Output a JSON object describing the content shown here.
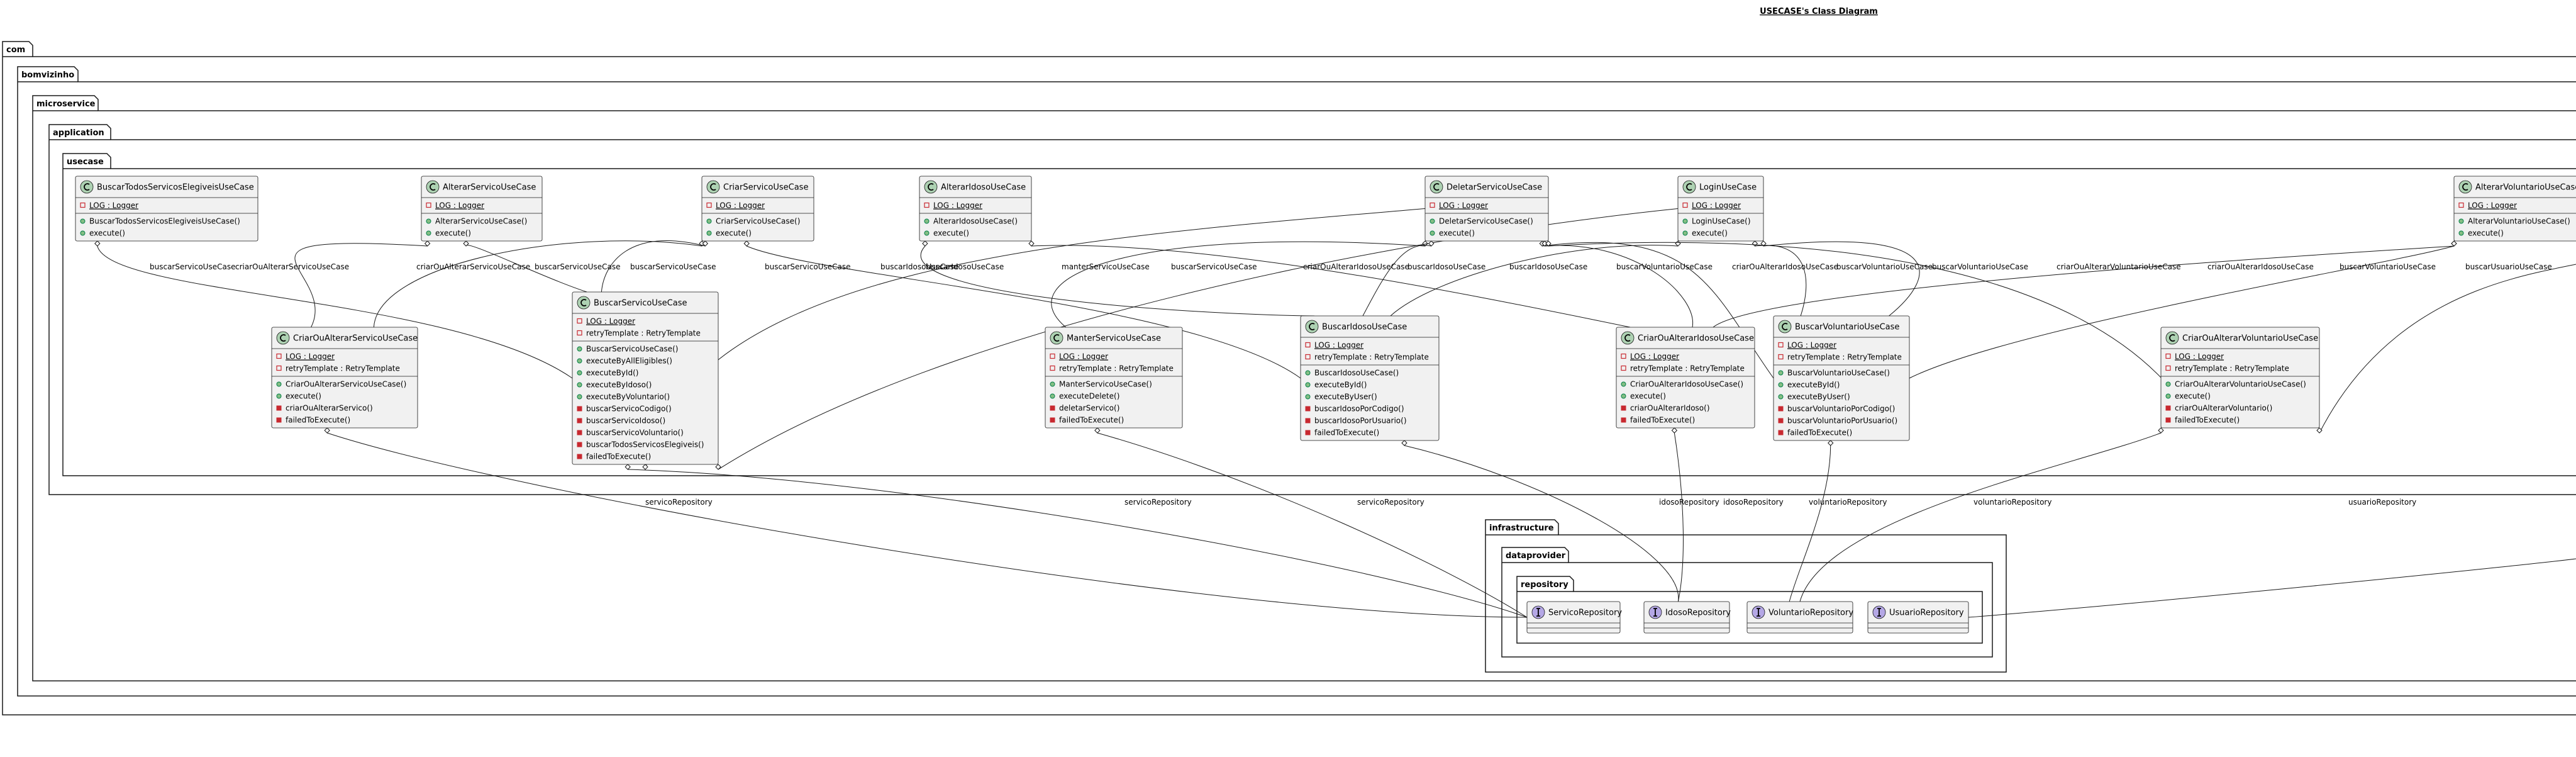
{
  "title": "USECASE's Class Diagram",
  "colors": {
    "class_fill": "#f1f1f1",
    "class_stroke": "#181818",
    "circle_fill": "#add1b2",
    "edge": "#181818",
    "private_red": "#c82930",
    "public_green": "#84be84"
  },
  "packages": [
    {
      "id": "com",
      "name": "com"
    },
    {
      "id": "bomvizinho",
      "name": "bomvizinho"
    },
    {
      "id": "microservice",
      "name": "microservice"
    },
    {
      "id": "application",
      "name": "application"
    },
    {
      "id": "usecase",
      "name": "usecase"
    },
    {
      "id": "infrastructure",
      "name": "infrastructure"
    },
    {
      "id": "dataprovider",
      "name": "dataprovider"
    },
    {
      "id": "repository",
      "name": "repository"
    }
  ],
  "classes": [
    {
      "id": "BuscarTodosServicosElegiveisUseCase",
      "name": "BuscarTodosServicosElegiveisUseCase",
      "stereotype": "C",
      "fields": [
        {
          "vis": "-",
          "text": "LOG : Logger",
          "static": true
        }
      ],
      "methods": [
        {
          "vis": "+",
          "text": "BuscarTodosServicosElegiveisUseCase()"
        },
        {
          "vis": "+",
          "text": "execute()"
        }
      ]
    },
    {
      "id": "AlterarServicoUseCase",
      "name": "AlterarServicoUseCase",
      "stereotype": "C",
      "fields": [
        {
          "vis": "-",
          "text": "LOG : Logger",
          "static": true
        }
      ],
      "methods": [
        {
          "vis": "+",
          "text": "AlterarServicoUseCase()"
        },
        {
          "vis": "+",
          "text": "execute()"
        }
      ]
    },
    {
      "id": "CriarServicoUseCase",
      "name": "CriarServicoUseCase",
      "stereotype": "C",
      "fields": [
        {
          "vis": "-",
          "text": "LOG : Logger",
          "static": true
        }
      ],
      "methods": [
        {
          "vis": "+",
          "text": "CriarServicoUseCase()"
        },
        {
          "vis": "+",
          "text": "execute()"
        }
      ]
    },
    {
      "id": "AlterarIdosoUseCase",
      "name": "AlterarIdosoUseCase",
      "stereotype": "C",
      "fields": [
        {
          "vis": "-",
          "text": "LOG : Logger",
          "static": true
        }
      ],
      "methods": [
        {
          "vis": "+",
          "text": "AlterarIdosoUseCase()"
        },
        {
          "vis": "+",
          "text": "execute()"
        }
      ]
    },
    {
      "id": "DeletarServicoUseCase",
      "name": "DeletarServicoUseCase",
      "stereotype": "C",
      "fields": [
        {
          "vis": "-",
          "text": "LOG : Logger",
          "static": true
        }
      ],
      "methods": [
        {
          "vis": "+",
          "text": "DeletarServicoUseCase()"
        },
        {
          "vis": "+",
          "text": "execute()"
        }
      ]
    },
    {
      "id": "LoginUseCase",
      "name": "LoginUseCase",
      "stereotype": "C",
      "fields": [
        {
          "vis": "-",
          "text": "LOG : Logger",
          "static": true
        }
      ],
      "methods": [
        {
          "vis": "+",
          "text": "LoginUseCase()"
        },
        {
          "vis": "+",
          "text": "execute()"
        }
      ]
    },
    {
      "id": "AlterarVoluntarioUseCase",
      "name": "AlterarVoluntarioUseCase",
      "stereotype": "C",
      "fields": [
        {
          "vis": "-",
          "text": "LOG : Logger",
          "static": true
        }
      ],
      "methods": [
        {
          "vis": "+",
          "text": "AlterarVoluntarioUseCase()"
        },
        {
          "vis": "+",
          "text": "execute()"
        }
      ]
    },
    {
      "id": "CriarOuAlterarServicoUseCase",
      "name": "CriarOuAlterarServicoUseCase",
      "stereotype": "C",
      "fields": [
        {
          "vis": "-",
          "text": "LOG : Logger",
          "static": true
        },
        {
          "vis": "-",
          "text": "retryTemplate : RetryTemplate",
          "static": false
        }
      ],
      "methods": [
        {
          "vis": "+",
          "text": "CriarOuAlterarServicoUseCase()"
        },
        {
          "vis": "+",
          "text": "execute()"
        },
        {
          "vis": "-",
          "text": "criarOuAlterarServico()"
        },
        {
          "vis": "-",
          "text": "failedToExecute()"
        }
      ]
    },
    {
      "id": "BuscarServicoUseCase",
      "name": "BuscarServicoUseCase",
      "stereotype": "C",
      "fields": [
        {
          "vis": "-",
          "text": "LOG : Logger",
          "static": true
        },
        {
          "vis": "-",
          "text": "retryTemplate : RetryTemplate",
          "static": false
        }
      ],
      "methods": [
        {
          "vis": "+",
          "text": "BuscarServicoUseCase()"
        },
        {
          "vis": "+",
          "text": "executeByAllEligibles()"
        },
        {
          "vis": "+",
          "text": "executeById()"
        },
        {
          "vis": "+",
          "text": "executeByIdoso()"
        },
        {
          "vis": "+",
          "text": "executeByVoluntario()"
        },
        {
          "vis": "-",
          "text": "buscarServicoCodigo()"
        },
        {
          "vis": "-",
          "text": "buscarServicoIdoso()"
        },
        {
          "vis": "-",
          "text": "buscarServicoVoluntario()"
        },
        {
          "vis": "-",
          "text": "buscarTodosServicosElegiveis()"
        },
        {
          "vis": "-",
          "text": "failedToExecute()"
        }
      ]
    },
    {
      "id": "ManterServicoUseCase",
      "name": "ManterServicoUseCase",
      "stereotype": "C",
      "fields": [
        {
          "vis": "-",
          "text": "LOG : Logger",
          "static": true
        },
        {
          "vis": "-",
          "text": "retryTemplate : RetryTemplate",
          "static": false
        }
      ],
      "methods": [
        {
          "vis": "+",
          "text": "ManterServicoUseCase()"
        },
        {
          "vis": "+",
          "text": "executeDelete()"
        },
        {
          "vis": "-",
          "text": "deletarServico()"
        },
        {
          "vis": "-",
          "text": "failedToExecute()"
        }
      ]
    },
    {
      "id": "BuscarIdosoUseCase",
      "name": "BuscarIdosoUseCase",
      "stereotype": "C",
      "fields": [
        {
          "vis": "-",
          "text": "LOG : Logger",
          "static": true
        },
        {
          "vis": "-",
          "text": "retryTemplate : RetryTemplate",
          "static": false
        }
      ],
      "methods": [
        {
          "vis": "+",
          "text": "BuscarIdosoUseCase()"
        },
        {
          "vis": "+",
          "text": "executeById()"
        },
        {
          "vis": "+",
          "text": "executeByUser()"
        },
        {
          "vis": "-",
          "text": "buscarIdosoPorCodigo()"
        },
        {
          "vis": "-",
          "text": "buscarIdosoPorUsuario()"
        },
        {
          "vis": "-",
          "text": "failedToExecute()"
        }
      ]
    },
    {
      "id": "CriarOuAlterarIdosoUseCase",
      "name": "CriarOuAlterarIdosoUseCase",
      "stereotype": "C",
      "fields": [
        {
          "vis": "-",
          "text": "LOG : Logger",
          "static": true
        },
        {
          "vis": "-",
          "text": "retryTemplate : RetryTemplate",
          "static": false
        }
      ],
      "methods": [
        {
          "vis": "+",
          "text": "CriarOuAlterarIdosoUseCase()"
        },
        {
          "vis": "+",
          "text": "execute()"
        },
        {
          "vis": "-",
          "text": "criarOuAlterarIdoso()"
        },
        {
          "vis": "-",
          "text": "failedToExecute()"
        }
      ]
    },
    {
      "id": "BuscarVoluntarioUseCase",
      "name": "BuscarVoluntarioUseCase",
      "stereotype": "C",
      "fields": [
        {
          "vis": "-",
          "text": "LOG : Logger",
          "static": true
        },
        {
          "vis": "-",
          "text": "retryTemplate : RetryTemplate",
          "static": false
        }
      ],
      "methods": [
        {
          "vis": "+",
          "text": "BuscarVoluntarioUseCase()"
        },
        {
          "vis": "+",
          "text": "executeById()"
        },
        {
          "vis": "+",
          "text": "executeByUser()"
        },
        {
          "vis": "-",
          "text": "buscarVoluntarioPorCodigo()"
        },
        {
          "vis": "-",
          "text": "buscarVoluntarioPorUsuario()"
        },
        {
          "vis": "-",
          "text": "failedToExecute()"
        }
      ]
    },
    {
      "id": "CriarOuAlterarVoluntarioUseCase",
      "name": "CriarOuAlterarVoluntarioUseCase",
      "stereotype": "C",
      "fields": [
        {
          "vis": "-",
          "text": "LOG : Logger",
          "static": true
        },
        {
          "vis": "-",
          "text": "retryTemplate : RetryTemplate",
          "static": false
        }
      ],
      "methods": [
        {
          "vis": "+",
          "text": "CriarOuAlterarVoluntarioUseCase()"
        },
        {
          "vis": "+",
          "text": "execute()"
        },
        {
          "vis": "-",
          "text": "criarOuAlterarVoluntario()"
        },
        {
          "vis": "-",
          "text": "failedToExecute()"
        }
      ]
    },
    {
      "id": "ServicoRepository",
      "name": "ServicoRepository",
      "stereotype": "I",
      "fields": [],
      "methods": []
    },
    {
      "id": "IdosoRepository",
      "name": "IdosoRepository",
      "stereotype": "I",
      "fields": [],
      "methods": []
    },
    {
      "id": "VoluntarioRepository",
      "name": "VoluntarioRepository",
      "stereotype": "I",
      "fields": [],
      "methods": []
    },
    {
      "id": "UsuarioRepository",
      "name": "UsuarioRepository",
      "stereotype": "I",
      "fields": [],
      "methods": []
    }
  ],
  "edges": [
    {
      "label": "buscarServicoUseCase"
    },
    {
      "label": "criarOuAlterarServicoUseCase"
    },
    {
      "label": "criarOuAlterarServicoUseCase"
    },
    {
      "label": "buscarServicoUseCase"
    },
    {
      "label": "buscarServicoUseCase"
    },
    {
      "label": "buscarServicoUseCase"
    },
    {
      "label": "buscarIdosoUseCase"
    },
    {
      "label": "buscarIdosoUseCase"
    },
    {
      "label": "manterServicoUseCase"
    },
    {
      "label": "buscarServicoUseCase"
    },
    {
      "label": "criarOuAlterarIdosoUseCase"
    },
    {
      "label": "buscarIdosoUseCase"
    },
    {
      "label": "buscarIdosoUseCase"
    },
    {
      "label": "buscarVoluntarioUseCase"
    },
    {
      "label": "criarOuAlterarIdosoUseCase"
    },
    {
      "label": "buscarVoluntarioUseCase"
    },
    {
      "label": "buscarVoluntarioUseCase"
    },
    {
      "label": "criarOuAlterarVoluntarioUseCase"
    },
    {
      "label": "criarOuAlterarIdosoUseCase"
    },
    {
      "label": "buscarVoluntarioUseCase"
    },
    {
      "label": "buscarUsuarioUseCase"
    },
    {
      "label": "servicoRepository"
    },
    {
      "label": "servicoRepository"
    },
    {
      "label": "servicoRepository"
    },
    {
      "label": "idosoRepository"
    },
    {
      "label": "idosoRepository"
    },
    {
      "label": "voluntarioRepository"
    },
    {
      "label": "voluntarioRepository"
    },
    {
      "label": "usuarioRepository"
    }
  ]
}
